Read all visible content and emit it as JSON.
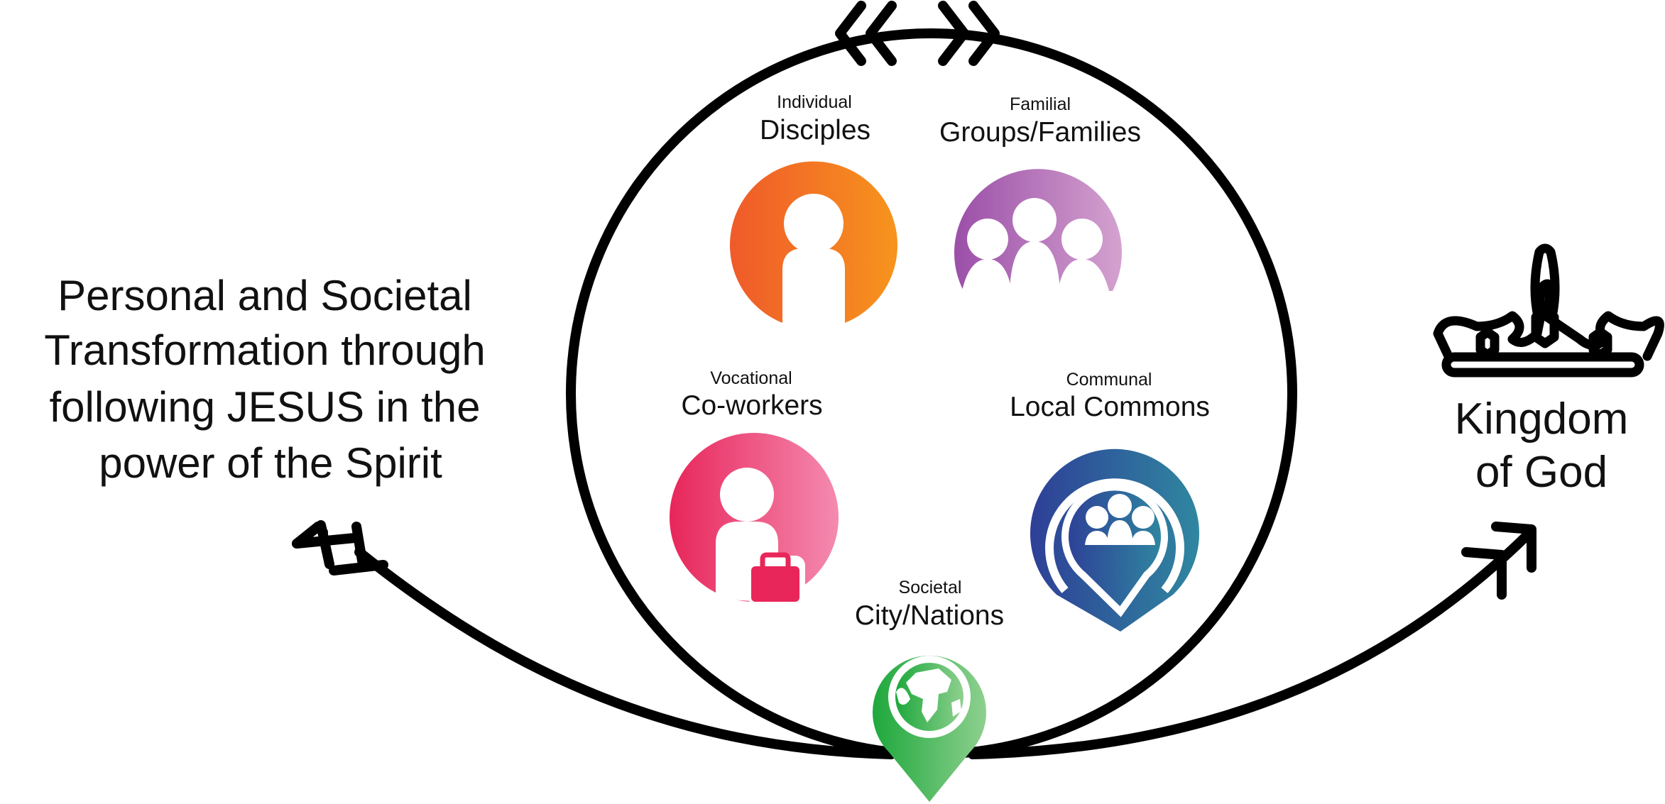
{
  "title_lines": [
    "Personal and Societal",
    "Transformation through",
    "following JESUS in the",
    "power of the Spirit"
  ],
  "destination_lines": [
    "Kingdom",
    "of God"
  ],
  "nodes": {
    "disciples": {
      "category": "Individual",
      "label": "Disciples",
      "icon": "person-icon",
      "colors": [
        "#ef5a2a",
        "#f7941d"
      ]
    },
    "families": {
      "category": "Familial",
      "label": "Groups/Families",
      "icon": "family-icon",
      "colors": [
        "#9b4fa8",
        "#d4a2cf"
      ]
    },
    "coworkers": {
      "category": "Vocational",
      "label": "Co-workers",
      "icon": "worker-briefcase-icon",
      "colors": [
        "#e8265a",
        "#f48ab0"
      ]
    },
    "commons": {
      "category": "Communal",
      "label": "Local Commons",
      "icon": "community-pin-icon",
      "colors": [
        "#2e3f97",
        "#2f87a0"
      ]
    },
    "city": {
      "category": "Societal",
      "label": "City/Nations",
      "icon": "globe-pin-icon",
      "colors": [
        "#1ea83c",
        "#8ed08f"
      ]
    }
  },
  "icons": {
    "crown": "crown-icon",
    "arrows": "arrow-icon",
    "chevrons": "double-chevron-icon"
  }
}
